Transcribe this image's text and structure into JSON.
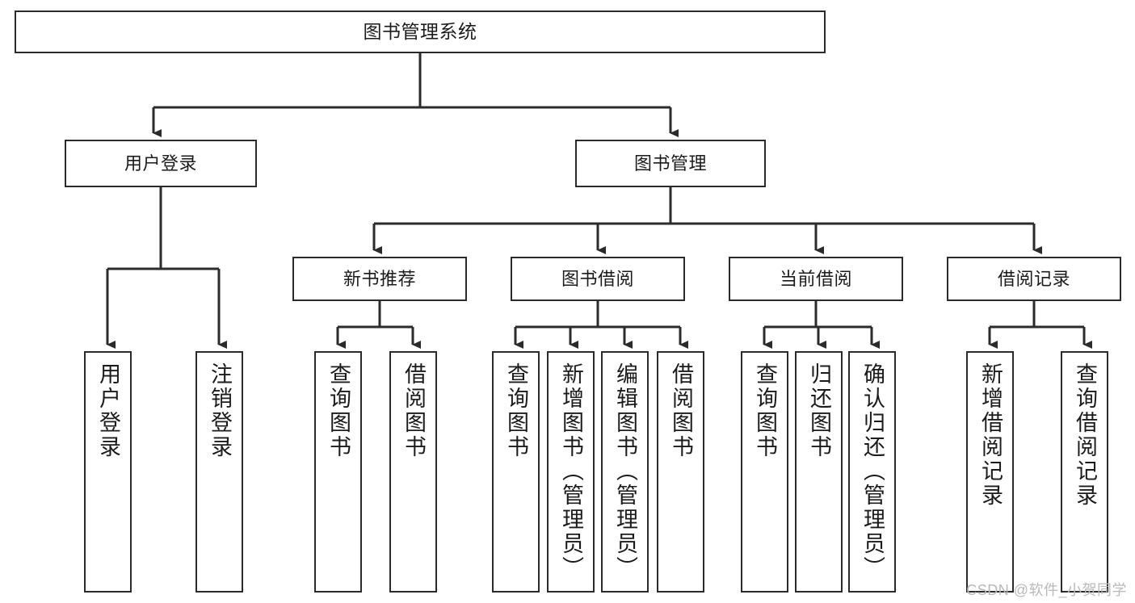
{
  "diagram": {
    "title": "图书管理系统",
    "type": "tree-hierarchy-diagram",
    "watermark": "CSDN @软件_小贺同学",
    "colors": {
      "box_border": "#2b2b2b",
      "box_fill": "#ffffff",
      "connector": "#2b2b2b",
      "text": "#1b1b1b",
      "watermark": "#b9b9b9",
      "background": "#ffffff"
    },
    "root": {
      "label": "图书管理系统"
    },
    "level1": [
      {
        "label": "用户登录"
      },
      {
        "label": "图书管理"
      }
    ],
    "level2": [
      {
        "label": "新书推荐"
      },
      {
        "label": "图书借阅"
      },
      {
        "label": "当前借阅"
      },
      {
        "label": "借阅记录"
      }
    ],
    "leaves": {
      "user_login": [
        {
          "label": "用户登录"
        },
        {
          "label": "注销登录"
        }
      ],
      "new_book_recommend": [
        {
          "label": "查询图书"
        },
        {
          "label": "借阅图书"
        }
      ],
      "book_borrow": [
        {
          "label": "查询图书"
        },
        {
          "label": "新增图书（管理员）"
        },
        {
          "label": "编辑图书（管理员）"
        },
        {
          "label": "借阅图书"
        }
      ],
      "current_borrow": [
        {
          "label": "查询图书"
        },
        {
          "label": "归还图书"
        },
        {
          "label": "确认归还（管理员）"
        }
      ],
      "borrow_record": [
        {
          "label": "新增借阅记录"
        },
        {
          "label": "查询借阅记录"
        }
      ]
    }
  }
}
